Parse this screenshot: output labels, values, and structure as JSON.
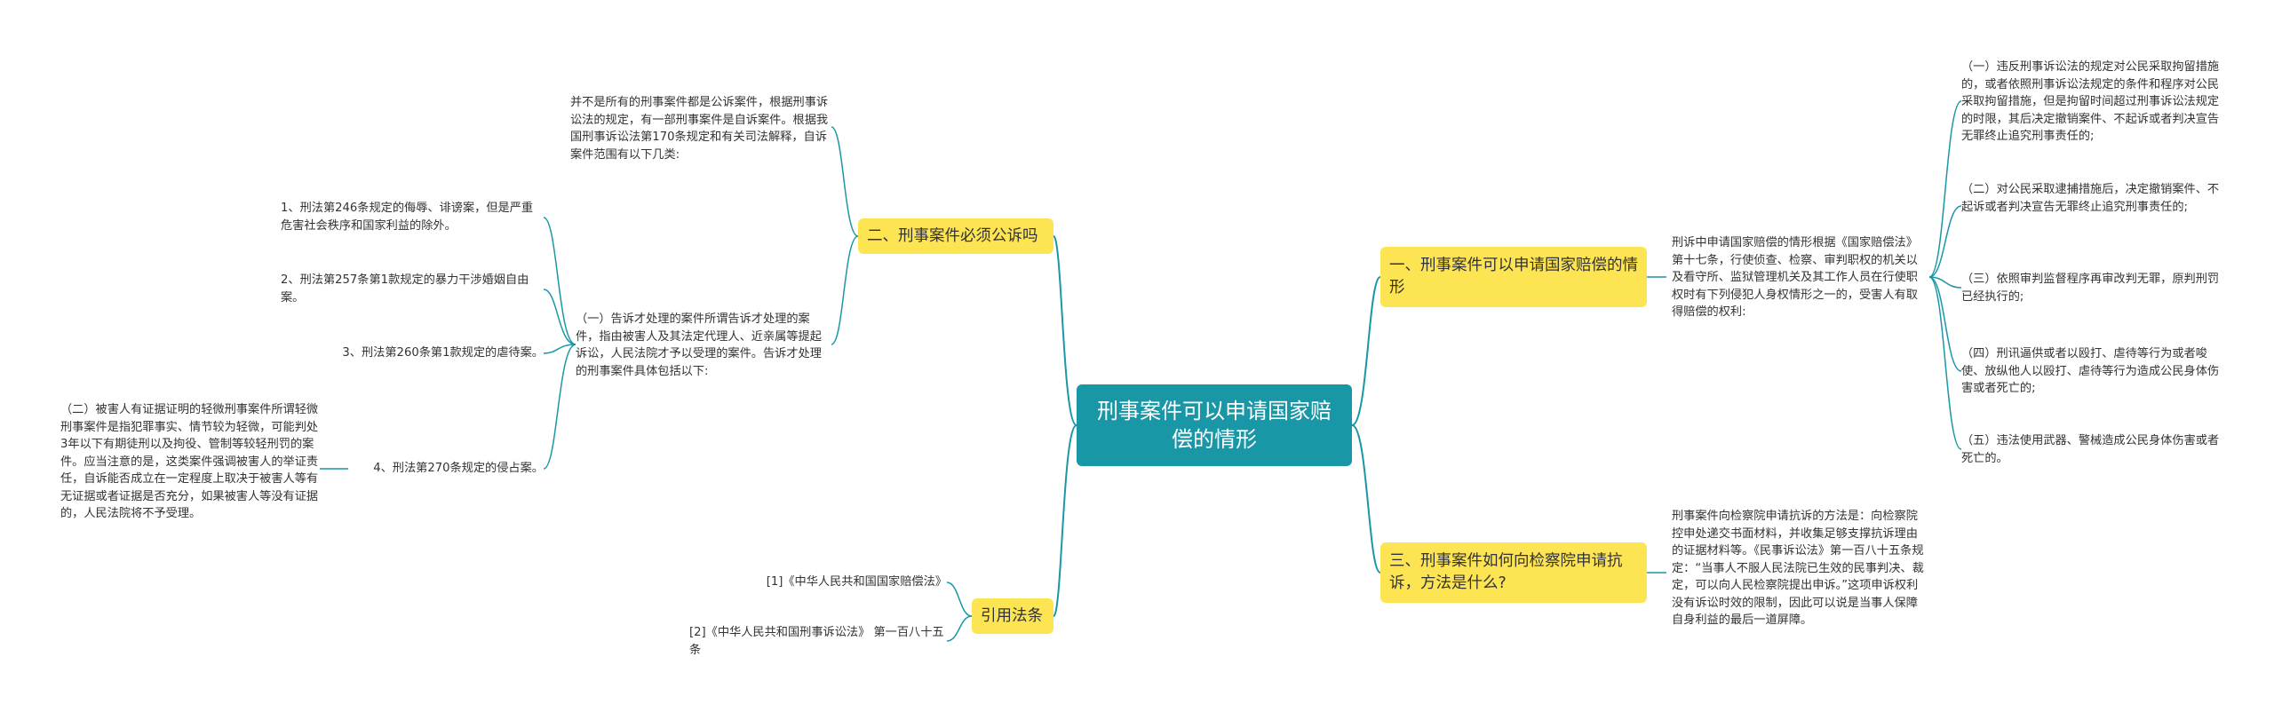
{
  "root": {
    "title": "刑事案件可以申请国家赔偿的情形"
  },
  "colors": {
    "root_bg": "#1a97a7",
    "branch_bg": "#fce452",
    "line": "#1a97a7"
  },
  "branches": {
    "public_prosecution": {
      "title": "二、刑事案件必须公诉吗",
      "intro": "并不是所有的刑事案件都是公诉案件，根据刑事诉讼法的规定，有一部刑事案件是自诉案件。根据我国刑事诉讼法第170条规定和有关司法解释，自诉案件范围有以下几类:",
      "sub_one": "（一）告诉才处理的案件所谓告诉才处理的案件，指由被害人及其法定代理人、近亲属等提起诉讼，人民法院才予以受理的案件。告诉才处理的刑事案件具体包括以下:",
      "items": [
        "1、刑法第246条规定的侮辱、诽谤案，但是严重危害社会秩序和国家利益的除外。",
        "2、刑法第257条第1款规定的暴力干涉婚姻自由案。",
        "3、刑法第260条第1款规定的虐待案。",
        "4、刑法第270条规定的侵占案。"
      ],
      "sub_two": "（二）被害人有证据证明的轻微刑事案件所谓轻微刑事案件是指犯罪事实、情节较为轻微，可能判处3年以下有期徒刑以及拘役、管制等较轻刑罚的案件。应当注意的是，这类案件强调被害人的举证责任，自诉能否成立在一定程度上取决于被害人等有无证据或者证据是否充分，如果被害人等没有证据的，人民法院将不予受理。"
    },
    "laws": {
      "title": "引用法条",
      "items": [
        "[1]《中华人民共和国国家赔偿法》",
        "[2]《中华人民共和国刑事诉讼法》 第一百八十五条"
      ]
    },
    "compensation": {
      "title": "一、刑事案件可以申请国家赔偿的情形",
      "intro": "刑诉中申请国家赔偿的情形根据《国家赔偿法》第十七条，行使侦查、检察、审判职权的机关以及看守所、监狱管理机关及其工作人员在行使职权时有下列侵犯人身权情形之一的，受害人有取得赔偿的权利:",
      "items": [
        "（一）违反刑事诉讼法的规定对公民采取拘留措施的，或者依照刑事诉讼法规定的条件和程序对公民采取拘留措施，但是拘留时间超过刑事诉讼法规定的时限，其后决定撤销案件、不起诉或者判决宣告无罪终止追究刑事责任的;",
        "（二）对公民采取逮捕措施后，决定撤销案件、不起诉或者判决宣告无罪终止追究刑事责任的;",
        "（三）依照审判监督程序再审改判无罪，原判刑罚已经执行的;",
        "（四）刑讯逼供或者以殴打、虐待等行为或者唆使、放纵他人以殴打、虐待等行为造成公民身体伤害或者死亡的;",
        "（五）违法使用武器、警械造成公民身体伤害或者死亡的。"
      ]
    },
    "appeal": {
      "title": "三、刑事案件如何向检察院申请抗诉，方法是什么?",
      "text": "刑事案件向检察院申请抗诉的方法是：向检察院控申处递交书面材料，并收集足够支撑抗诉理由的证据材料等。《民事诉讼法》第一百八十五条规定：“当事人不服人民法院已生效的民事判决、裁定，可以向人民检察院提出申诉。”这项申诉权利没有诉讼时效的限制，因此可以说是当事人保障自身利益的最后一道屏障。"
    }
  }
}
